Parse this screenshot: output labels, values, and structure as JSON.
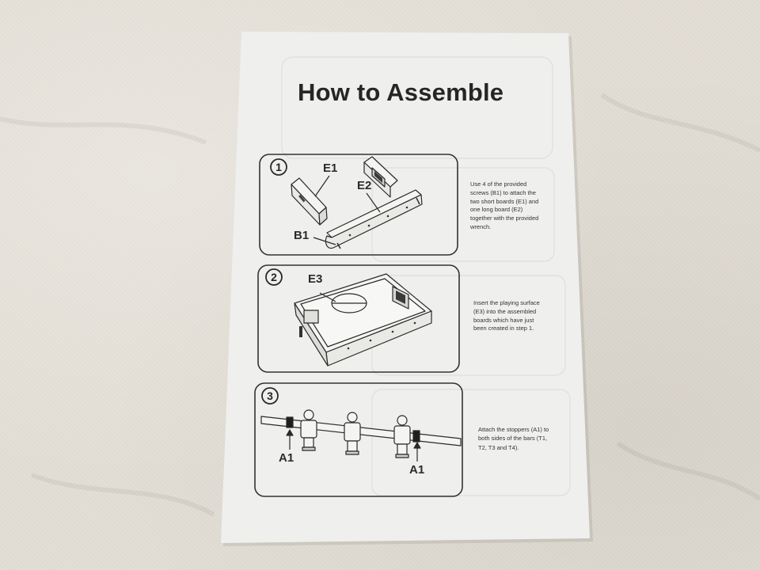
{
  "title": "How to Assemble",
  "steps": [
    {
      "number": "1",
      "labels": {
        "e1": "E1",
        "e2": "E2",
        "b1": "B1"
      },
      "description": [
        "Use 4 of the provided",
        "screws (B1) to attach the",
        "two short boards (E1) and",
        "one long board (E2)",
        "together with the provided",
        "wrench."
      ]
    },
    {
      "number": "2",
      "labels": {
        "e3": "E3"
      },
      "description": [
        "Insert the playing surface",
        "(E3) into the assembled",
        "boards which have just",
        "been created in step 1."
      ]
    },
    {
      "number": "3",
      "labels": {
        "a1_left": "A1",
        "a1_right": "A1"
      },
      "description": [
        "Attach the stoppers (A1) to",
        "both sides of the bars (T1,",
        "T2, T3 and T4)."
      ]
    }
  ]
}
